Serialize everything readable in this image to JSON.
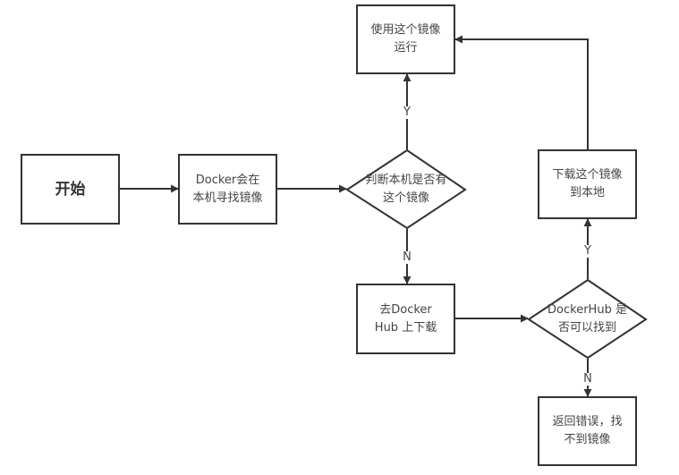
{
  "diagram": {
    "type": "flowchart",
    "nodes": [
      {
        "id": "start",
        "shape": "rect",
        "lines": [
          "开始"
        ]
      },
      {
        "id": "docker_search",
        "shape": "rect",
        "lines": [
          "Docker会在",
          "本机寻找镜像"
        ]
      },
      {
        "id": "check_local",
        "shape": "diamond",
        "lines": [
          "判断本机是否有",
          "这个镜像"
        ]
      },
      {
        "id": "run_image",
        "shape": "rect",
        "lines": [
          "使用这个镜像",
          "运行"
        ]
      },
      {
        "id": "go_dockerhub",
        "shape": "rect",
        "lines": [
          "去Docker",
          "Hub 上下载"
        ]
      },
      {
        "id": "check_hub",
        "shape": "diamond",
        "lines": [
          "DockerHub 是",
          "否可以找到"
        ]
      },
      {
        "id": "download_local",
        "shape": "rect",
        "lines": [
          "下载这个镜像",
          "到本地"
        ]
      },
      {
        "id": "return_error",
        "shape": "rect",
        "lines": [
          "返回错误，找",
          "不到镜像"
        ]
      }
    ],
    "edges": [
      {
        "from": "start",
        "to": "docker_search",
        "label": ""
      },
      {
        "from": "docker_search",
        "to": "check_local",
        "label": ""
      },
      {
        "from": "check_local",
        "to": "run_image",
        "label": "Y"
      },
      {
        "from": "check_local",
        "to": "go_dockerhub",
        "label": "N"
      },
      {
        "from": "go_dockerhub",
        "to": "check_hub",
        "label": ""
      },
      {
        "from": "check_hub",
        "to": "download_local",
        "label": "Y"
      },
      {
        "from": "check_hub",
        "to": "return_error",
        "label": "N"
      },
      {
        "from": "download_local",
        "to": "run_image",
        "label": ""
      }
    ]
  },
  "colors": {
    "stroke": "#333333",
    "text": "#444444",
    "background": "#ffffff"
  }
}
